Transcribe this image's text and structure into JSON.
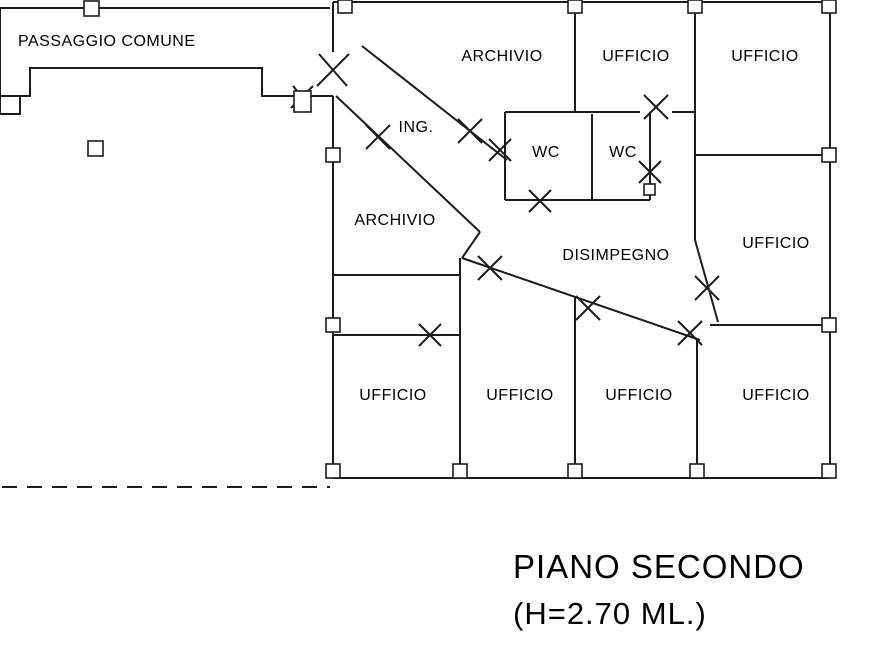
{
  "plan": {
    "title": {
      "line1": "PIANO SECONDO",
      "line2": "(H=2.70 ML.)"
    },
    "rooms": {
      "passaggio": "PASSAGGIO COMUNE",
      "archivio_top": "ARCHIVIO",
      "ufficio_top_mid": "UFFICIO",
      "ufficio_top_right": "UFFICIO",
      "ing": "ING.",
      "wc_left": "WC",
      "wc_right": "WC",
      "archivio_left": "ARCHIVIO",
      "disimpegno": "DISIMPEGNO",
      "ufficio_mid_right": "UFFICIO",
      "ufficio_b1": "UFFICIO",
      "ufficio_b2": "UFFICIO",
      "ufficio_b3": "UFFICIO",
      "ufficio_b4": "UFFICIO"
    },
    "colors": {
      "wall": "#1c1c1c",
      "background": "#ffffff"
    }
  }
}
